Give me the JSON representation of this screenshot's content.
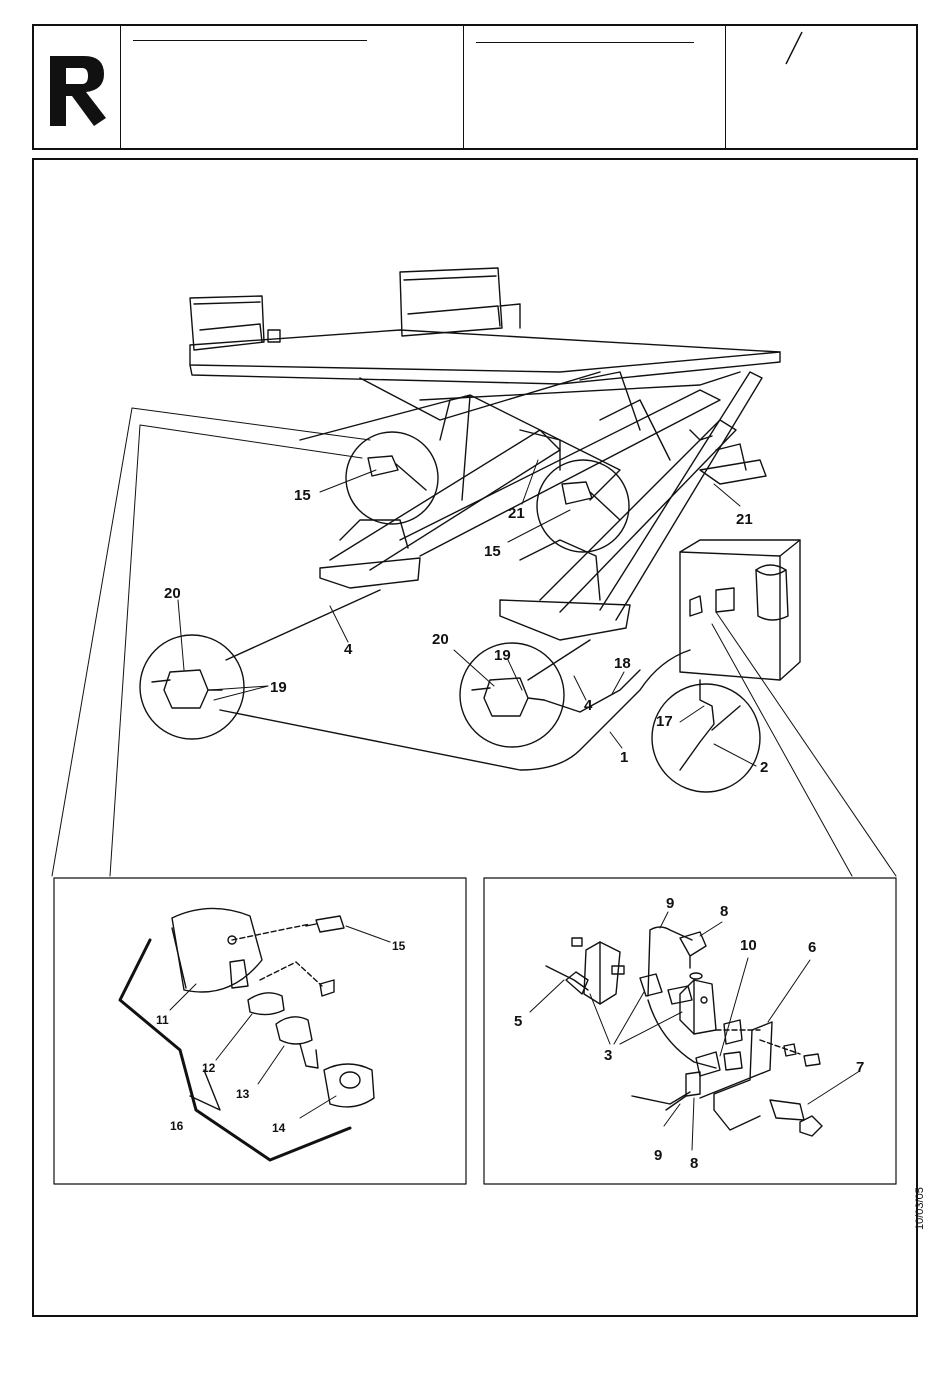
{
  "header": {
    "logo": "R",
    "slash": "/"
  },
  "date_stamp": "10/03/05",
  "callouts": {
    "main": [
      "15",
      "21",
      "15",
      "21",
      "20",
      "19",
      "4",
      "20",
      "19",
      "4",
      "18",
      "17",
      "1",
      "2"
    ],
    "inset_left": [
      "15",
      "11",
      "12",
      "13",
      "16",
      "14"
    ],
    "inset_right": [
      "9",
      "8",
      "10",
      "6",
      "5",
      "3",
      "7",
      "9",
      "8"
    ]
  }
}
